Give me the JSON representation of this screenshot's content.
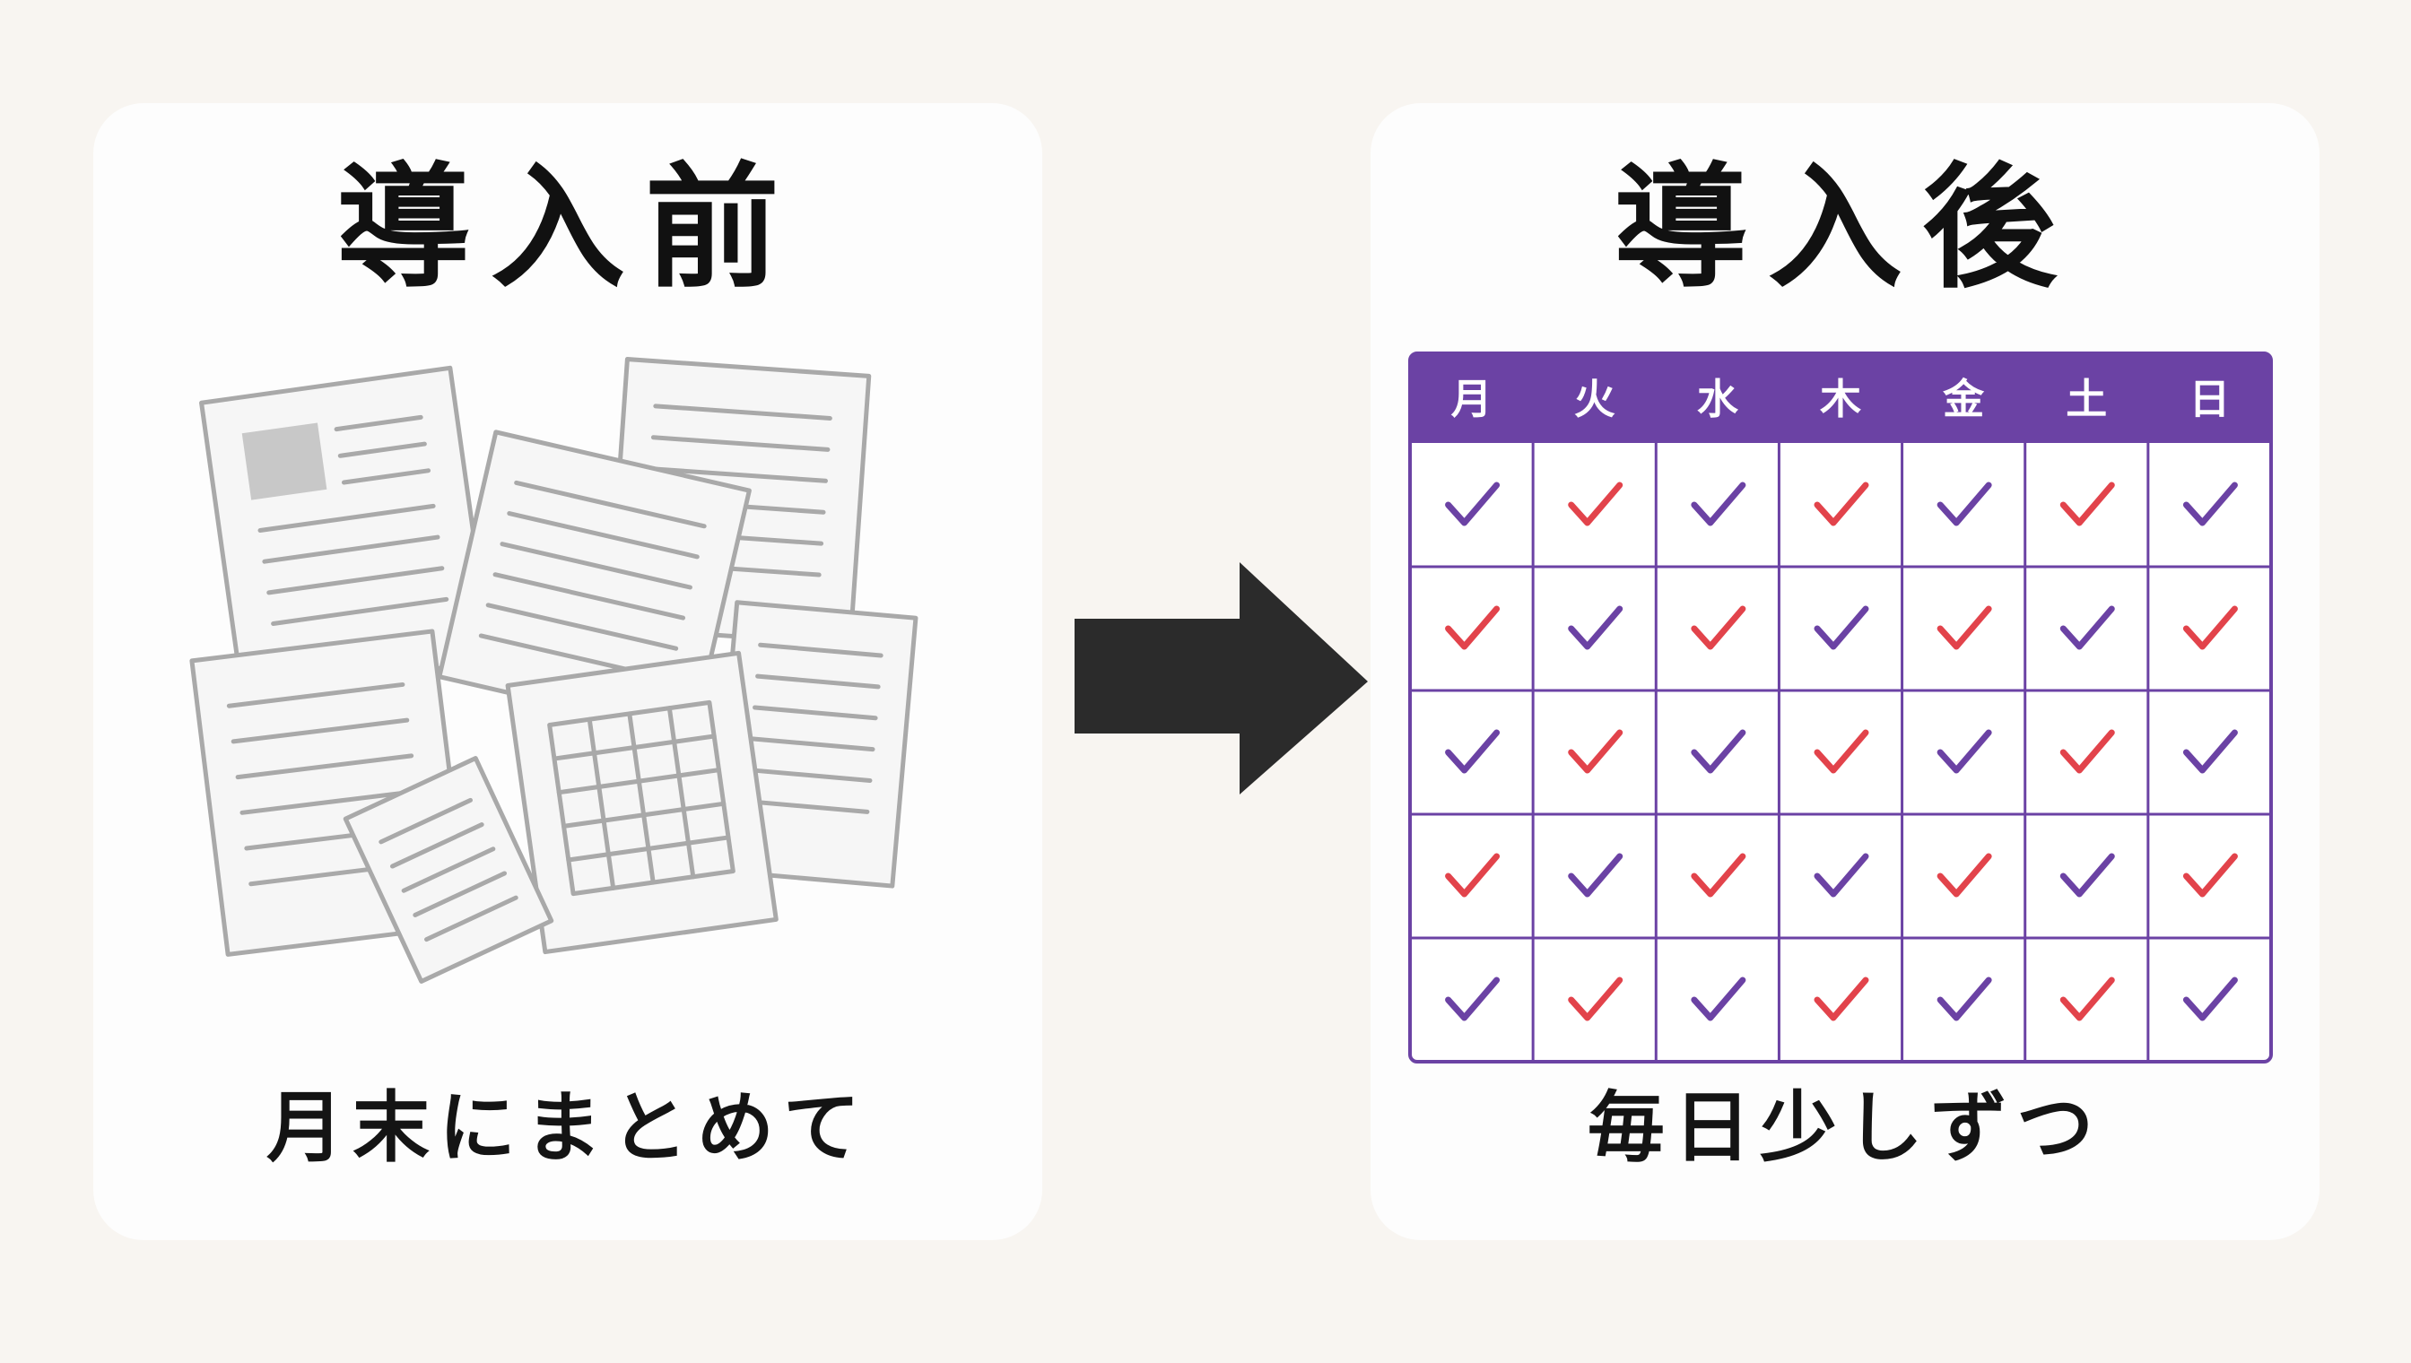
{
  "before": {
    "title": "導入前",
    "caption": "月末にまとめて"
  },
  "after": {
    "title": "導入後",
    "caption": "毎日少しずつ",
    "calendar": {
      "days": [
        "月",
        "火",
        "水",
        "木",
        "金",
        "土",
        "日"
      ],
      "weeks": 5
    }
  },
  "colors": {
    "calendar_header": "#6b42a4",
    "grid_line": "#6b42a4",
    "check_purple": "#6b42a4",
    "check_red": "#e2434b",
    "arrow": "#2b2b2b",
    "paper_stroke": "#a9a9a9"
  },
  "icons": {
    "papers": "scattered-papers-illustration",
    "arrow": "right-arrow-icon",
    "check": "check-icon"
  }
}
